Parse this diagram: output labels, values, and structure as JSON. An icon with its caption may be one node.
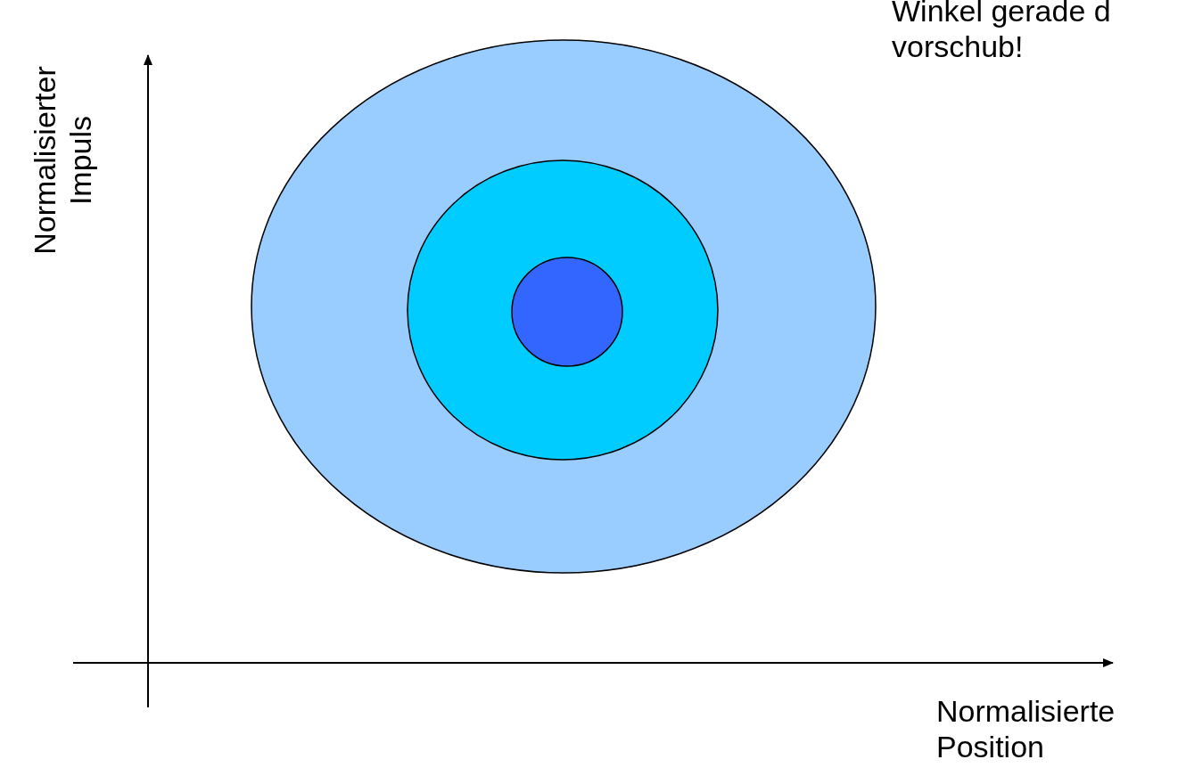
{
  "diagram": {
    "labels": [
      "Normalisierter Impuls",
      "Winkel gerade d vorschub!",
      "Normalisierte Position"
    ]
  }
}
